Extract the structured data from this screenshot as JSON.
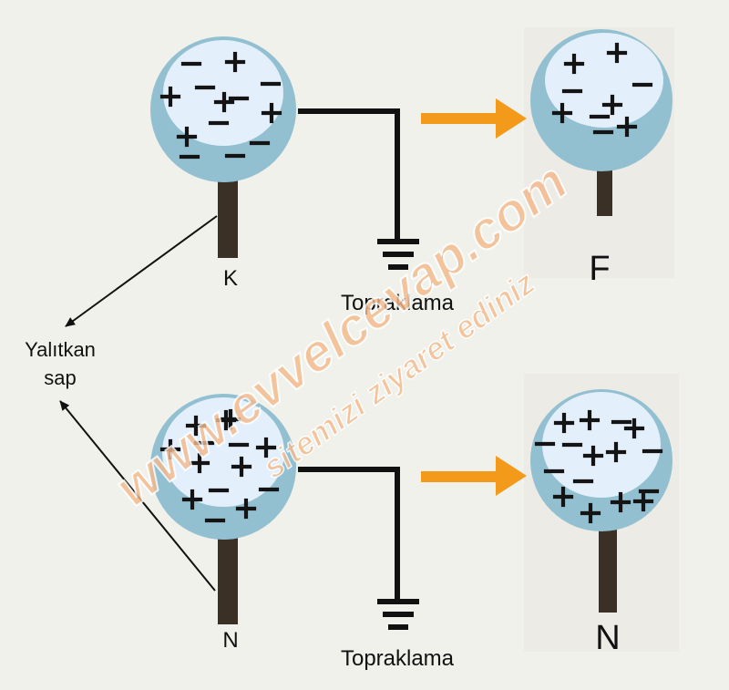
{
  "labels": {
    "top_left": "K",
    "top_right": "F",
    "bottom_left": "N",
    "bottom_right": "N",
    "ground_top": "Topraklama",
    "ground_bottom": "Topraklama",
    "insulator_line1": "Yalıtkan",
    "insulator_line2": "sap"
  },
  "watermark": {
    "line1": "www.evvelcevap.com",
    "line2": "sitemizi ziyaret ediniz"
  },
  "colors": {
    "background": "#f1f1ec",
    "sphere_outer": "#93c0d0",
    "sphere_inner": "#e3f0fb",
    "handle": "#3b3026",
    "wire": "#111111",
    "arrow": "#f39a1b",
    "watermark": "#f4b98b"
  },
  "icons": [
    "orange-arrow-icon",
    "ground-symbol-icon"
  ],
  "charges": {
    "K": {
      "signs": [
        "-",
        "+",
        "+",
        "-",
        "-",
        "-",
        "+",
        "-",
        "+",
        "-",
        "-",
        "-",
        "+"
      ]
    },
    "F": {
      "signs": [
        "+",
        "+",
        "+",
        "-",
        "+",
        "-",
        "+",
        "-",
        "-"
      ]
    },
    "N_left": {
      "signs": [
        "+",
        "+",
        "+",
        "+",
        "-",
        "+",
        "+",
        "-",
        "+",
        "-",
        "+",
        "-",
        "-",
        "+"
      ]
    },
    "N_right": {
      "signs": [
        "+",
        "+",
        "-",
        "+",
        "+",
        "-",
        "+",
        "-",
        "-",
        "-",
        "+",
        "-",
        "+",
        "+",
        "-",
        "+"
      ]
    }
  }
}
